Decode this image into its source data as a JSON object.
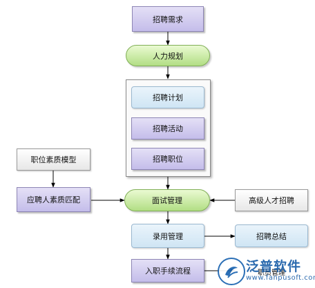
{
  "nodes": {
    "recruit_demand": "招聘需求",
    "hr_planning": "人力规划",
    "recruit_plan": "招聘计划",
    "recruit_activity": "招聘活动",
    "recruit_position": "招聘职位",
    "competency_model": "职位素质模型",
    "competency_match": "应聘人素质匹配",
    "interview_mgmt": "面试管理",
    "senior_recruit": "高级人才招聘",
    "hire_mgmt": "录用管理",
    "recruit_summary": "招聘总结",
    "onboarding": "入职手续流程",
    "staff_mgmt": "职员管理"
  },
  "watermark": {
    "brand": "泛普软件",
    "url": "www.fanpusoft.com",
    "accent_color": "#1a5ea8"
  }
}
